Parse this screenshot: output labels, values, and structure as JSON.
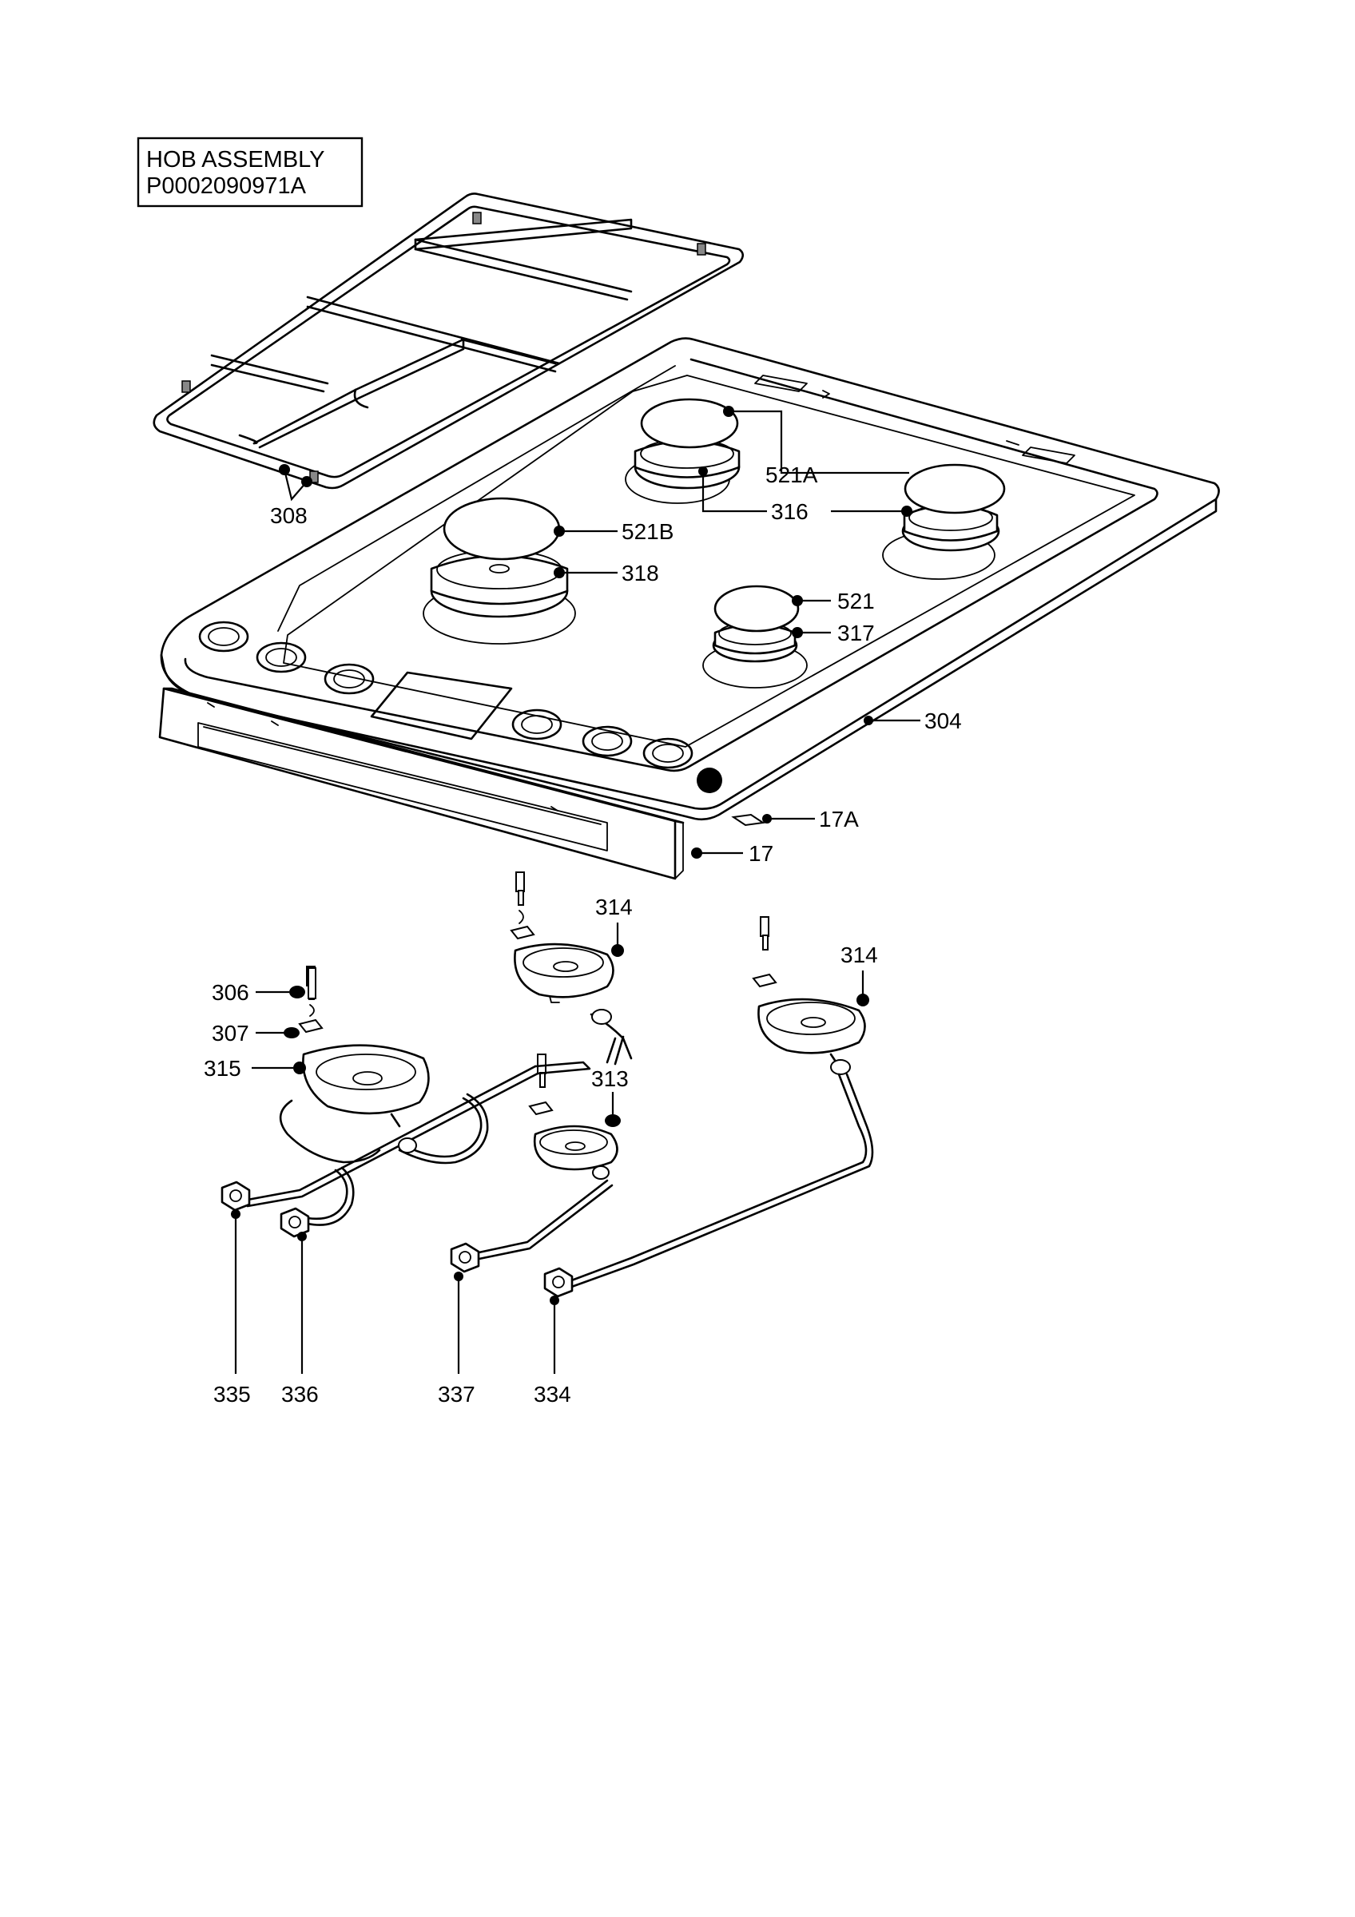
{
  "title": {
    "line1": "HOB ASSEMBLY",
    "line2": "P0002090971A"
  },
  "parts": {
    "p308": "308",
    "p521A": "521A",
    "p316": "316",
    "p521B": "521B",
    "p318": "318",
    "p521": "521",
    "p317": "317",
    "p304": "304",
    "p17A": "17A",
    "p17": "17",
    "p314a": "314",
    "p314b": "314",
    "p306": "306",
    "p307": "307",
    "p315": "315",
    "p313": "313",
    "p335": "335",
    "p336": "336",
    "p337": "337",
    "p334": "334"
  }
}
